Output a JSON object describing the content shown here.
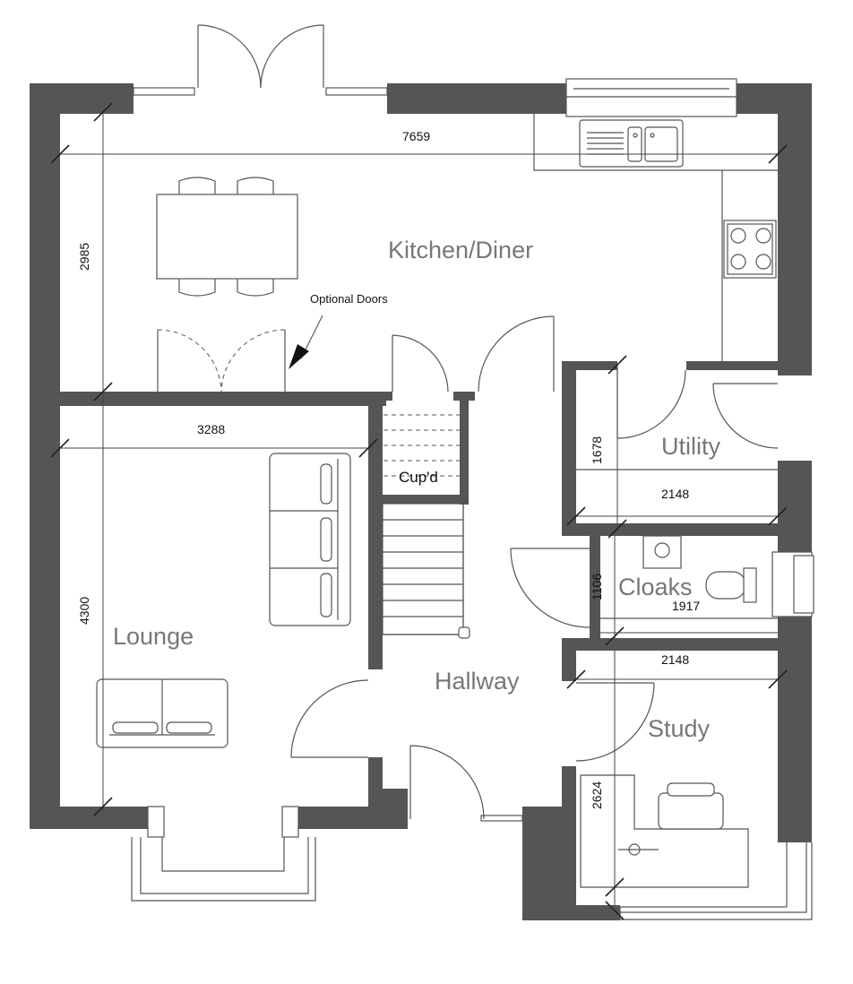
{
  "rooms": {
    "kitchen_diner": "Kitchen/Diner",
    "lounge": "Lounge",
    "hallway": "Hallway",
    "utility": "Utility",
    "cloaks": "Cloaks",
    "study": "Study",
    "cupboard": "Cup'd"
  },
  "annotations": {
    "optional_doors": "Optional Doors"
  },
  "dimensions": {
    "kitchen_width": "7659",
    "kitchen_depth": "2985",
    "lounge_width": "3288",
    "lounge_depth": "4300",
    "utility_depth": "1678",
    "utility_width": "2148",
    "cloaks_depth": "1106",
    "cloaks_width": "1917",
    "study_width": "2148",
    "study_depth": "2624"
  },
  "colors": {
    "wall": "#555555",
    "room_label": "#777777"
  }
}
